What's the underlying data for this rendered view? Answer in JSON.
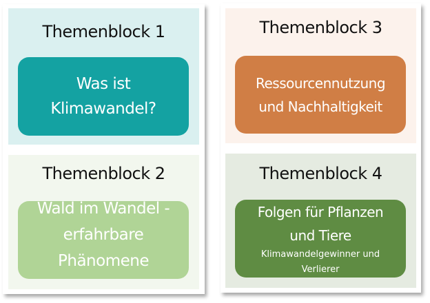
{
  "blocks": [
    {
      "title": "Themenblock 1",
      "lines": [
        "Was ist",
        "Klimawandel?"
      ],
      "panel_color": "#daf0f0",
      "box_color": "#14a2a2"
    },
    {
      "title": "Themenblock 2",
      "lines": [
        "Wald im Wandel -",
        "erfahrbare",
        "Phänomene"
      ],
      "panel_color": "#f2f7ee",
      "box_color": "#b0d496"
    },
    {
      "title": "Themenblock 3",
      "lines": [
        "Ressourcennutzung",
        "und Nachhaltigkeit"
      ],
      "panel_color": "#fcf2ec",
      "box_color": "#d07e45"
    },
    {
      "title": "Themenblock 4",
      "lines": [
        "Folgen für Pflanzen",
        "und Tiere"
      ],
      "sublines": [
        "Klimawandelgewinner und",
        "Verlierer"
      ],
      "panel_color": "#e5ebe1",
      "box_color": "#5f8c43"
    }
  ]
}
